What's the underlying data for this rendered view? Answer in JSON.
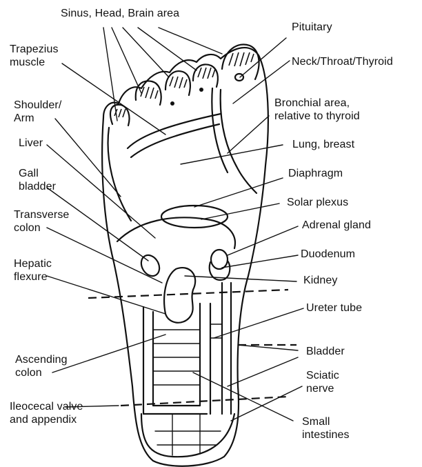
{
  "labels": {
    "sinus": "Sinus, Head, Brain area",
    "pituitary": "Pituitary",
    "trapezius": [
      "Trapezius",
      "muscle"
    ],
    "neck": "Neck/Throat/Thyroid",
    "shoulder": [
      "Shoulder/",
      "Arm"
    ],
    "bronchial": [
      "Bronchial area,",
      "relative to thyroid"
    ],
    "liver": "Liver",
    "lung": "Lung, breast",
    "gall": [
      "Gall",
      "bladder"
    ],
    "diaphragm": "Diaphragm",
    "solar": "Solar plexus",
    "transverse": [
      "Transverse",
      "colon"
    ],
    "adrenal": "Adrenal gland",
    "duodenum": "Duodenum",
    "hepatic": [
      "Hepatic",
      "flexure"
    ],
    "kidney": "Kidney",
    "ureter": "Ureter tube",
    "ascending": [
      "Ascending",
      "colon"
    ],
    "bladder": "Bladder",
    "sciatic": [
      "Sciatic",
      "nerve"
    ],
    "ileocecal": [
      "Ileocecal valve",
      "and appendix"
    ],
    "small": [
      "Small",
      "intestines"
    ]
  }
}
